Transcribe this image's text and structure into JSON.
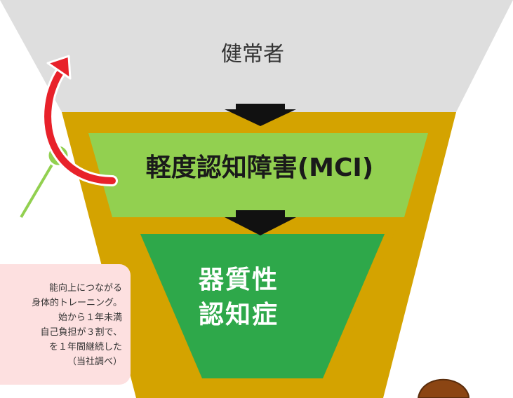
{
  "diagram": {
    "stages": {
      "healthy": "健常者",
      "mci": "軽度認知障害(MCI)",
      "dementia_line1": "器質性",
      "dementia_line2": "認知症"
    },
    "note_lines": [
      "能向上につながる",
      "身体的トレーニング。",
      "始から１年未満",
      "自己負担が３割で、",
      "を１年間継続した",
      "（当社調べ）"
    ]
  },
  "colors": {
    "healthy_fill": "#dedede",
    "frame_gold": "#d4a300",
    "mci_fill": "#92d050",
    "dementia_fill": "#2ea84a",
    "arrow_red": "#e8212a",
    "arrow_black": "#111111",
    "note_bg": "#fde0e0",
    "connector_green": "#92d050"
  }
}
